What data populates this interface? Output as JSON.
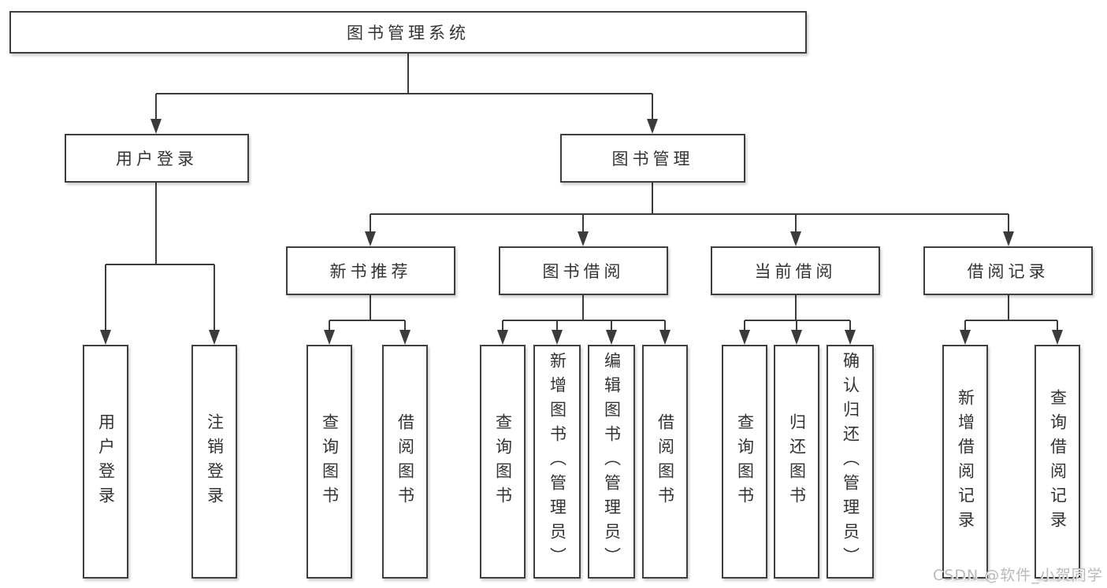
{
  "diagram": {
    "root": {
      "label": "图书管理系统"
    },
    "user_login": {
      "label": "用户登录",
      "children": {
        "login": "用户登录",
        "logout": "注销登录"
      }
    },
    "book_mgmt": {
      "label": "图书管理",
      "new_book_rec": {
        "label": "新书推荐",
        "children": {
          "query_book": "查询图书",
          "borrow_book": "借阅图书"
        }
      },
      "book_borrow": {
        "label": "图书借阅",
        "children": {
          "query_book": "查询图书",
          "add_book": "新增图书（管理员）",
          "edit_book": "编辑图书（管理员）",
          "borrow_book": "借阅图书"
        }
      },
      "current_borrow": {
        "label": "当前借阅",
        "children": {
          "query_book": "查询图书",
          "return_book": "归还图书",
          "confirm_return": "确认归还（管理员）"
        }
      },
      "borrow_record": {
        "label": "借阅记录",
        "children": {
          "add_record": "新增借阅记录",
          "query_record": "查询借阅记录"
        }
      }
    },
    "colors": {
      "line": "#3b3b3b",
      "border": "#3e3e3e",
      "text": "#333333",
      "background": "#ffffff",
      "watermark": "#b9b9be"
    }
  },
  "watermark": {
    "text": "CSDN @软件_小贺同学"
  }
}
